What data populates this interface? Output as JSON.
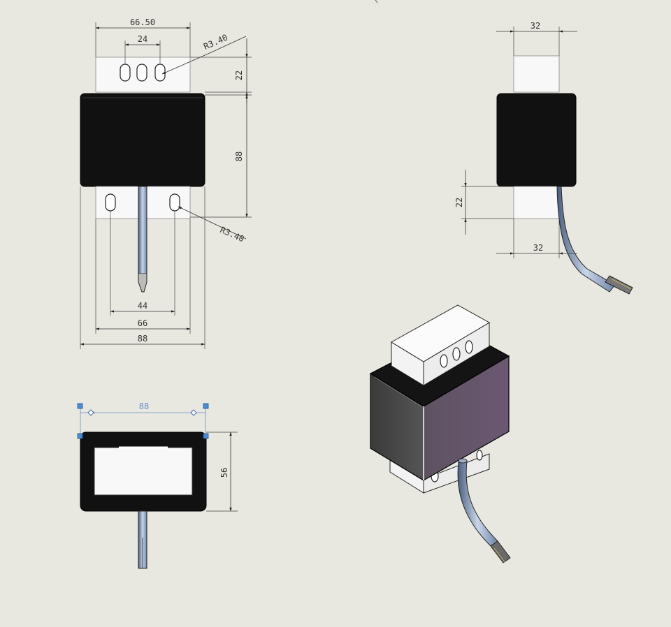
{
  "drawing": {
    "views": {
      "front": {
        "width_top": "66.50",
        "slot_spacing": "24",
        "radius_top": "R3.40",
        "height_top_block": "22",
        "height_body": "88",
        "radius_bottom": "R3.40",
        "span_44": "44",
        "span_66": "66",
        "span_88": "88"
      },
      "side": {
        "width_top": "32",
        "height_block": "22",
        "width_bottom": "32"
      },
      "bottom": {
        "width": "88",
        "height": "56"
      }
    },
    "colors": {
      "background": "#e8e8e1",
      "body": "#111111",
      "block": "#f8f8f8",
      "selection_handle": "#4a8cd6",
      "dimension_selected": "#6a8fc4",
      "iso_front_face": "#5b4f62",
      "iso_side_face": "#3e3e3e",
      "cable": "#8aa0c0"
    }
  }
}
